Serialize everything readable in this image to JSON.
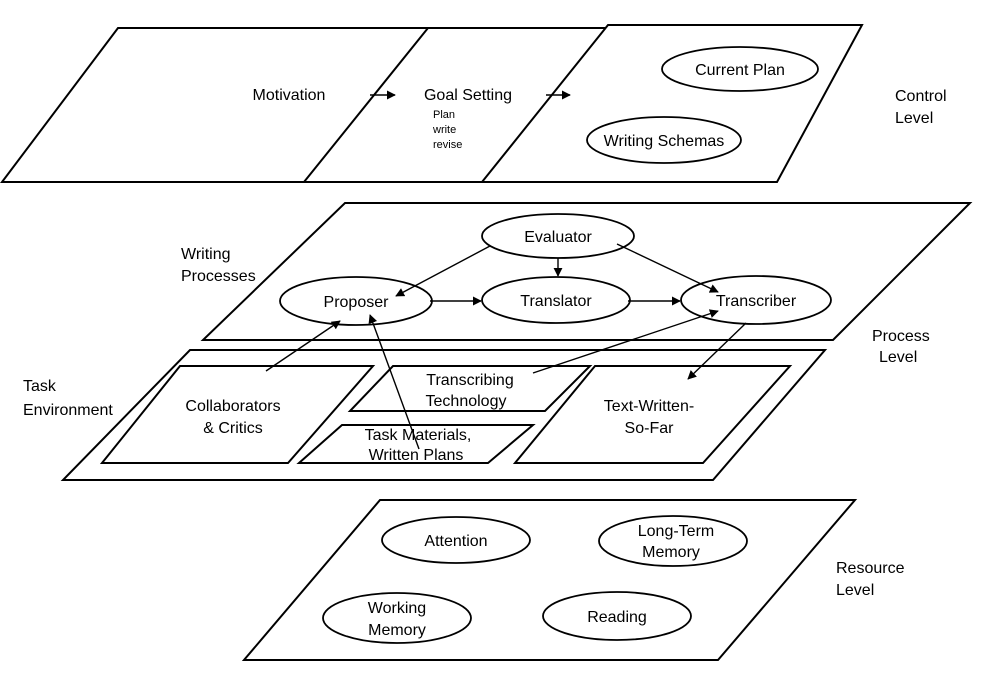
{
  "control_level": {
    "motivation": "Motivation",
    "goal_setting": "Goal Setting",
    "goal_plan": "Plan",
    "goal_write": "write",
    "goal_revise": "revise",
    "current_plan": "Current Plan",
    "writing_schemas": "Writing Schemas",
    "label_line1": "Control",
    "label_line2": "Level"
  },
  "process_level": {
    "writing_processes_line1": "Writing",
    "writing_processes_line2": "Processes",
    "evaluator": "Evaluator",
    "proposer": "Proposer",
    "translator": "Translator",
    "transcriber": "Transcriber",
    "label_line1": "Process",
    "label_line2": "Level"
  },
  "task_environment": {
    "label_line1": "Task",
    "label_line2": "Environment",
    "collaborators_line1": "Collaborators",
    "collaborators_line2": "& Critics",
    "transcribing_line1": "Transcribing",
    "transcribing_line2": "Technology",
    "task_materials_line1": "Task Materials,",
    "task_materials_line2": "Written Plans",
    "text_written_line1": "Text-Written-",
    "text_written_line2": "So-Far"
  },
  "resource_level": {
    "attention": "Attention",
    "long_term_line1": "Long-Term",
    "long_term_line2": "Memory",
    "working_line1": "Working",
    "working_line2": "Memory",
    "reading": "Reading",
    "label_line1": "Resource",
    "label_line2": "Level"
  }
}
